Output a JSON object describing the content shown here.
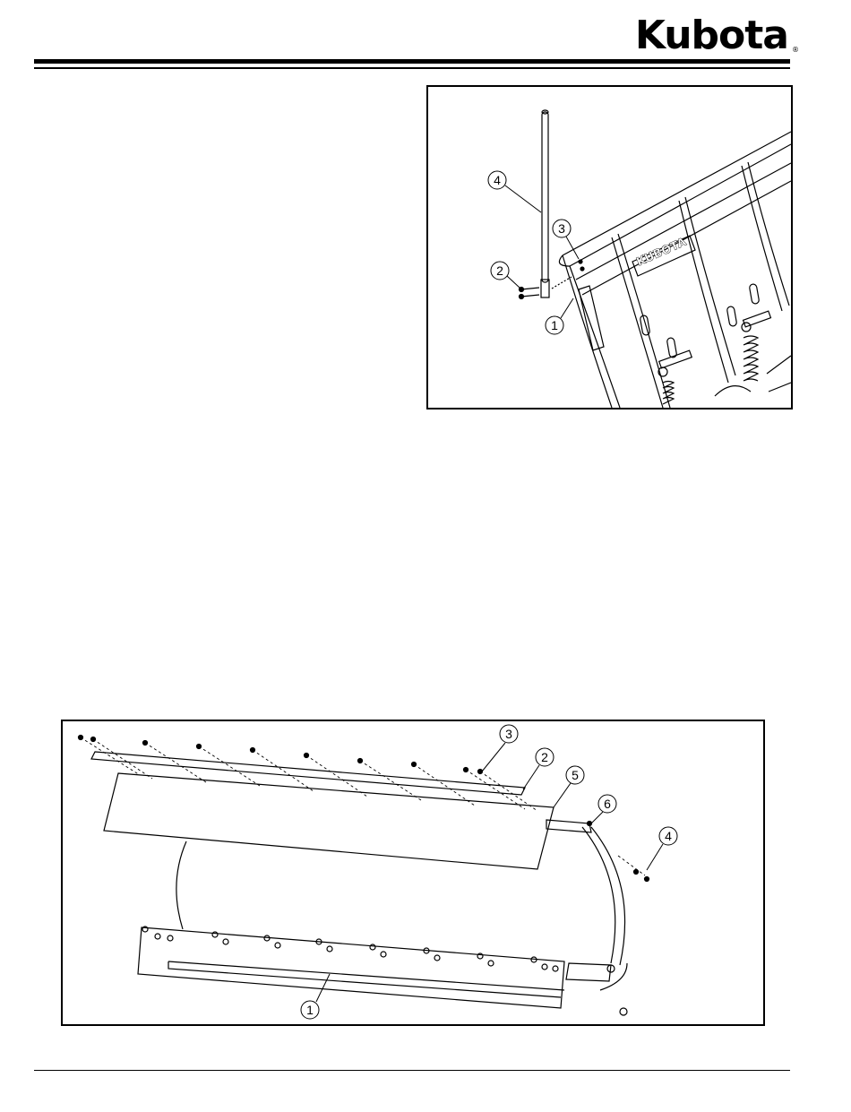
{
  "header": {
    "brand": "Kubota",
    "registered": "®"
  },
  "figure1": {
    "callouts": [
      "1",
      "2",
      "3",
      "4"
    ],
    "stamp": "KUBOTA"
  },
  "figure2": {
    "callouts": [
      "1",
      "2",
      "3",
      "4",
      "5",
      "6"
    ]
  }
}
